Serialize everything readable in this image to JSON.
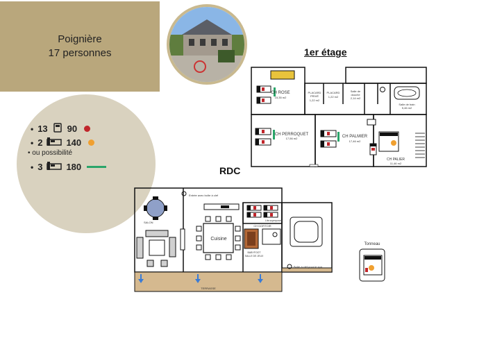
{
  "header": {
    "line1": "Poignière",
    "line2": "17 personnes"
  },
  "legend": {
    "rows": [
      {
        "count": "13",
        "size": "90",
        "marker": "dot",
        "color": "#c0262b"
      },
      {
        "count": "2",
        "size": "140",
        "marker": "dot",
        "color": "#f0a030"
      },
      {
        "count": "3",
        "size": "180",
        "marker": "line",
        "color": "#2aa56a"
      }
    ],
    "alt": "ou possibilité"
  },
  "levels": {
    "upper": "1er étage",
    "ground": "RDC"
  },
  "rooms": {
    "ch_rose": "CH ROSE",
    "ch_rose_area": "15,35 m2",
    "placard1": "PLACARD",
    "placard1_sub": "PRIVÉ",
    "placard1_area": "1,22 m2",
    "placard2": "PLACARD",
    "placard2_area": "1,22 m2",
    "salle_douche": "Salle de",
    "salle_douche_2": "douche",
    "salle_douche_area": "2,14 m2",
    "salle_bain": "Salle de bain",
    "salle_bain_area": "5,46 m2",
    "ch_perroquet": "CH PERROQUET",
    "ch_perroquet_area": "17,56 m2",
    "ch_palmier": "CH PALMIER",
    "ch_palmier_area": "17,46 m2",
    "ch_palier": "CH PALIER",
    "ch_palier_area": "11,46 m2",
    "salon": "SALON",
    "cuisine": "Cuisine",
    "ch_dortoir": "CH DORTOIR",
    "lits": "Lits superposés",
    "babyfoot": "BABYFOOT",
    "salle_jeux": "SALLE DE JEUX",
    "entree": "Entrée avec boîte à clef",
    "boite": "Boîte à clef pour le spa",
    "terrasse": "TERRASSE",
    "tonneau": "Tonneau"
  }
}
